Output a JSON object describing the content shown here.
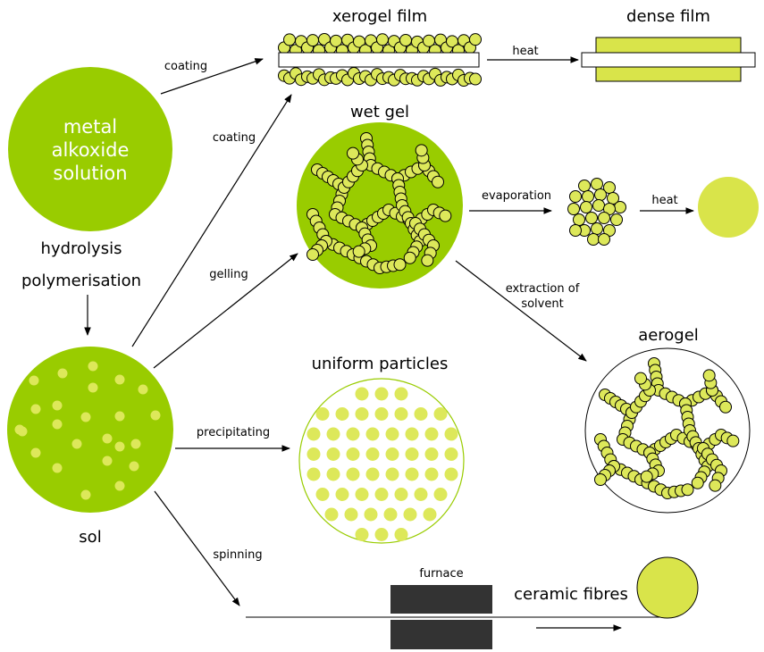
{
  "colors": {
    "green": "#99cc00",
    "yellow_green": "#d9e44a",
    "dark": "#333333",
    "particle": "#dde85a"
  },
  "labels": {
    "metal_alkoxide_line1": "metal",
    "metal_alkoxide_line2": "alkoxide",
    "metal_alkoxide_line3": "solution",
    "hydrolysis": "hydrolysis",
    "polymerisation": "polymerisation",
    "sol": "sol",
    "coating_top": "coating",
    "coating_mid": "coating",
    "gelling": "gelling",
    "precipitating": "precipitating",
    "spinning": "spinning",
    "xerogel_film": "xerogel film",
    "heat_film": "heat",
    "dense_film": "dense film",
    "wet_gel": "wet gel",
    "evaporation": "evaporation",
    "heat_xerogel": "heat",
    "extraction_line1": "extraction of",
    "extraction_line2": "solvent",
    "aerogel": "aerogel",
    "uniform_particles": "uniform particles",
    "furnace": "furnace",
    "ceramic_fibres": "ceramic fibres"
  }
}
